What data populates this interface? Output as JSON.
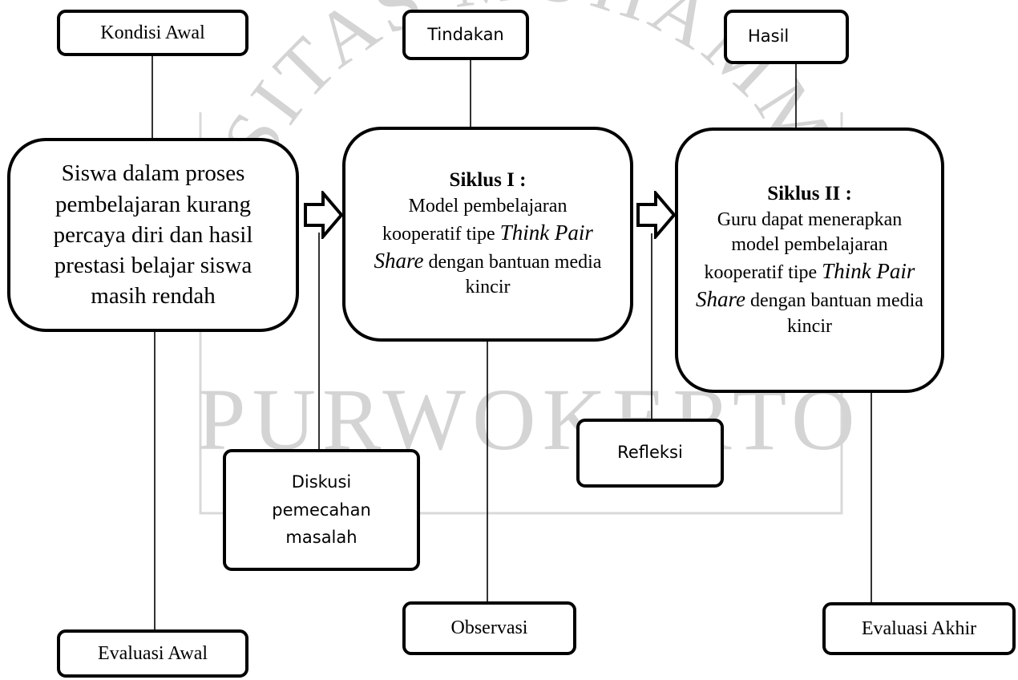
{
  "diagram": {
    "top_labels": {
      "kondisi_awal": "Kondisi Awal",
      "tindakan": "Tindakan",
      "hasil": "Hasil"
    },
    "main_boxes": {
      "initial": "Siswa dalam proses pembelajaran kurang percaya diri dan hasil prestasi belajar siswa masih rendah",
      "cycle1": {
        "title": "Siklus I :",
        "line1": "Model pembelajaran kooperatif tipe ",
        "emph1": "Think Pair Share",
        "line2": " dengan bantuan media kincir"
      },
      "cycle2": {
        "title": "Siklus II :",
        "line1": "Guru dapat menerapkan model pembelajaran kooperatif tipe ",
        "emph1": "Think Pair Share",
        "line2": " dengan bantuan media kincir"
      }
    },
    "bottom_labels": {
      "diskusi": "Diskusi pemecahan masalah",
      "refleksi": "Refleksi",
      "observasi": "Observasi",
      "evaluasi_awal": "Evaluasi Awal",
      "evaluasi_akhir": "Evaluasi Akhir"
    },
    "watermark": {
      "text_top": "UNIVERSITAS MUHAMMADIYAH",
      "text_bottom": "PURWOKERTO",
      "color": "#b5b5b5"
    }
  }
}
